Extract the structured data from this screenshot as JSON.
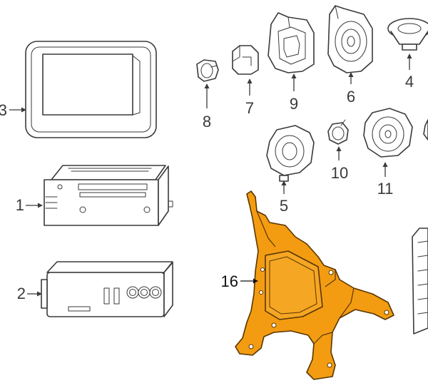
{
  "callouts": {
    "c1": "1",
    "c2": "2",
    "c3": "3",
    "c4": "4",
    "c5": "5",
    "c6": "6",
    "c7": "7",
    "c8": "8",
    "c9": "9",
    "c10": "10",
    "c11": "11",
    "c16": "16"
  },
  "colors": {
    "highlight": "#f39c12",
    "line": "#3a3a3a",
    "background": "#ffffff"
  }
}
